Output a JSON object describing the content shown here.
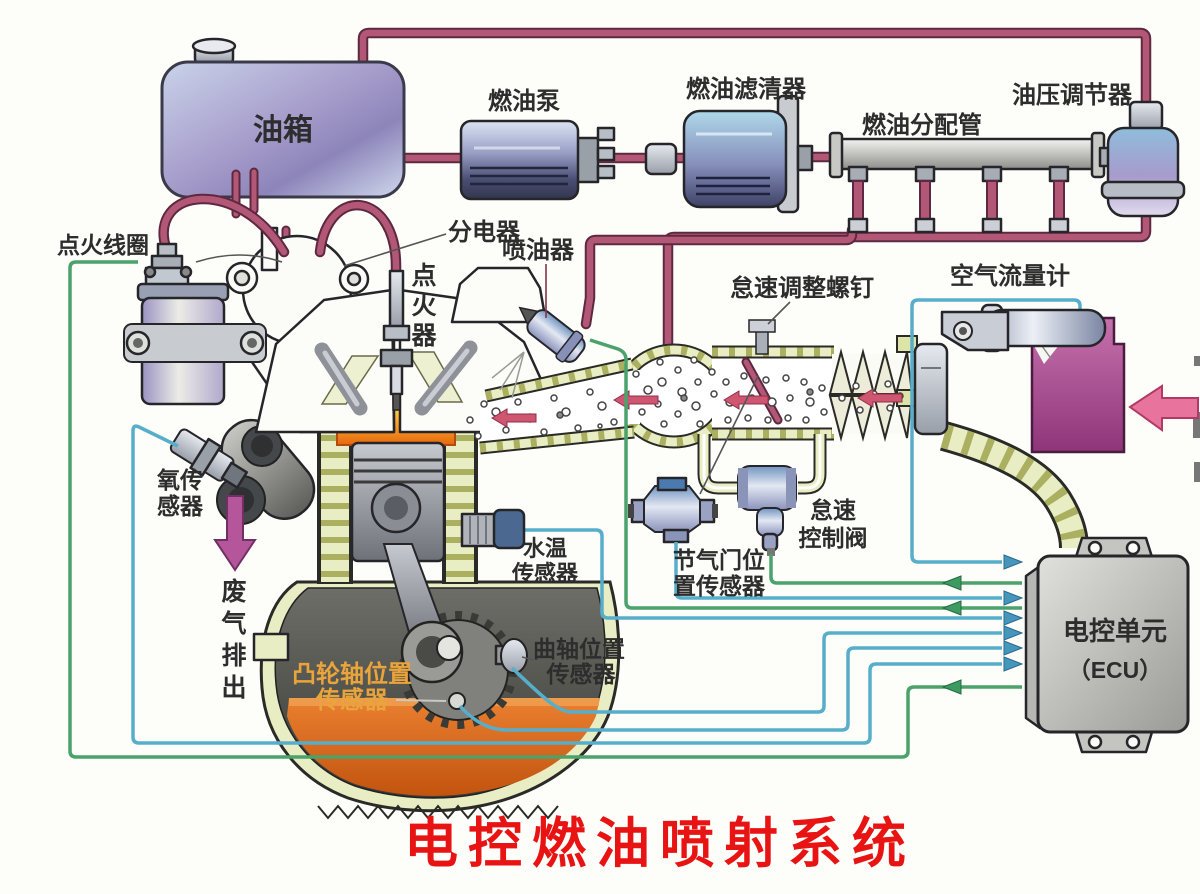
{
  "title": {
    "text": "电控燃油喷射系统",
    "color": "#e81414"
  },
  "components": {
    "fuel_tank": {
      "label": "油箱"
    },
    "fuel_pump": {
      "label": "燃油泵"
    },
    "fuel_filter": {
      "label": "燃油滤清器"
    },
    "fuel_rail": {
      "label": "燃油分配管"
    },
    "pressure_regulator": {
      "label": "油压调节器"
    },
    "distributor": {
      "label": "分电器"
    },
    "ignition_coil": {
      "label": "点火线圈"
    },
    "injector": {
      "label": "喷油器"
    },
    "spark_plug": {
      "label": "点火器",
      "chars": [
        "点",
        "火",
        "器"
      ]
    },
    "idle_screw": {
      "label": "怠速调整螺钉"
    },
    "air_flow_meter": {
      "label": "空气流量计"
    },
    "oxygen_sensor": {
      "label": "氧传感器",
      "line1": "氧传",
      "line2": "感器"
    },
    "exhaust": {
      "label": "废气排出",
      "chars": [
        "废",
        "气",
        "排",
        "出"
      ]
    },
    "water_temp_sensor": {
      "label": "水温传感器",
      "line1": "水温",
      "line2": "传感器"
    },
    "throttle_position_sensor": {
      "label": "节气门位置传感器",
      "line1": "节气门位",
      "line2": "置传感器"
    },
    "idle_control_valve": {
      "label": "怠速控制阀",
      "line1": "怠速",
      "line2": "控制阀"
    },
    "crankshaft_sensor": {
      "label": "曲轴位置传感器",
      "line1": "曲轴位置",
      "line2": "传感器"
    },
    "camshaft_sensor": {
      "label": "凸轮轴位置传感器",
      "line1": "凸轮轴位置",
      "line2": "传感器"
    },
    "ecu": {
      "label": "电控单元（ECU）",
      "line1": "电控单元",
      "line2": "（ECU）"
    }
  },
  "colors": {
    "fuel_pipe": "#b25876",
    "sensor_wire": "#57aecb",
    "actuator_wire": "#4ba26b",
    "title_red": "#e81414",
    "cam_label_orange": "#e9a43c",
    "mixture_arrow": "#cf5670",
    "air_inlet_arrow": "#e8739c",
    "exhaust_arrow": "#b5559a",
    "engine_wall": "#e9edc3",
    "air_cleaner": "#a9498f"
  }
}
